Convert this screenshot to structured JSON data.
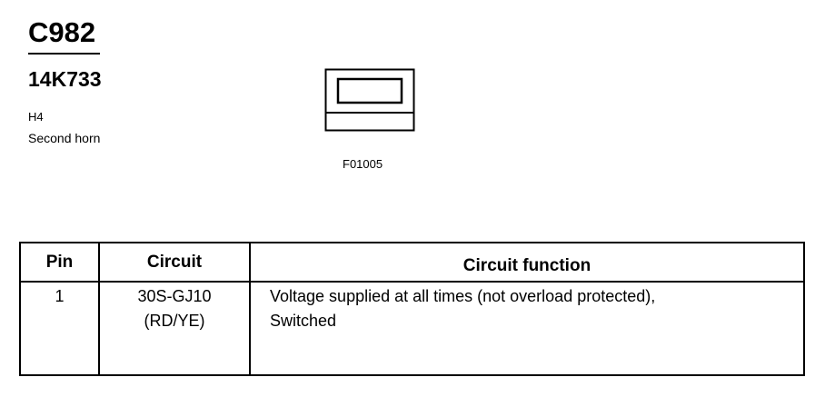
{
  "header": {
    "connector_id": "C982",
    "part_number": "14K733",
    "location_code": "H4",
    "description": "Second horn"
  },
  "figure": {
    "code": "F01005",
    "icon": "connector-face-icon"
  },
  "table": {
    "headers": {
      "pin": "Pin",
      "circuit": "Circuit",
      "function": "Circuit function"
    },
    "rows": [
      {
        "pin": "1",
        "circuit_line1": "30S-GJ10",
        "circuit_line2": "(RD/YE)",
        "function_line1": "Voltage supplied at all times (not overload protected),",
        "function_line2": "Switched"
      }
    ]
  }
}
